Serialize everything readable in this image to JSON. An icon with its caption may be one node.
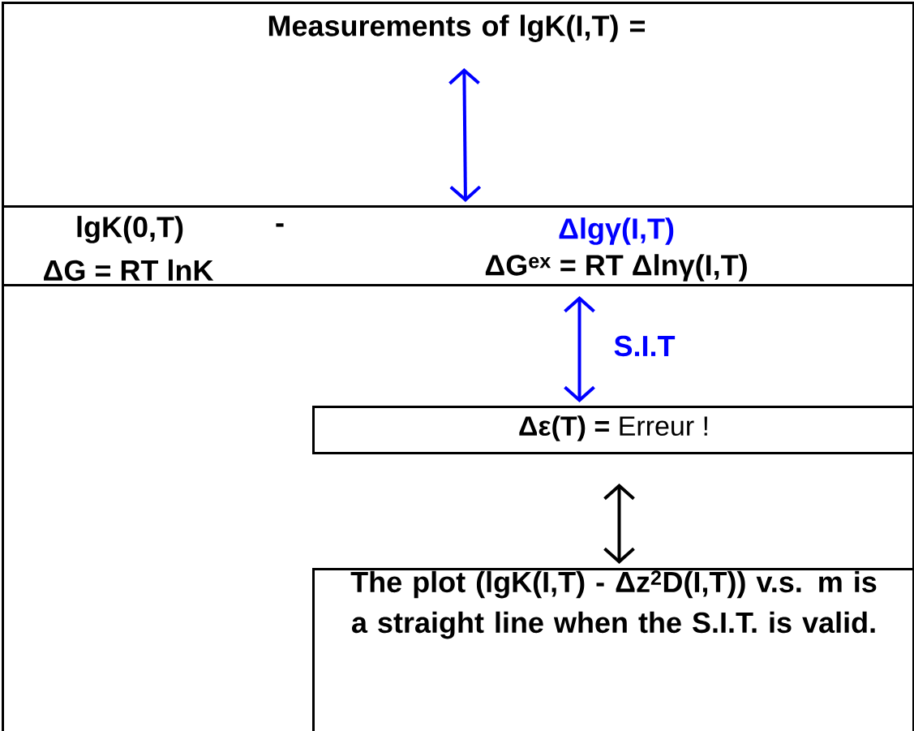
{
  "diagram": {
    "nodes": [
      {
        "text": [
          "Measurements of lgK(I,T) ="
        ]
      },
      {
        "text": [
          "lgK(0,T)",
          "ΔG = RT lnK",
          "-",
          "Δlgγ(I,T)",
          "ΔG$^{ex}$ = RT Δlnγ(I,T)"
        ]
      },
      {
        "text": [],
        "shape": "box"
      },
      {
        "text": [
          "**Δε(T) =** Erreur !"
        ],
        "in": 2
      },
      {
        "text": [
          "The plot (lgK(I,T) - Δz$^{2}$D(I,T)) v.s. m is a straight line when the S.I.T. is valid."
        ],
        "in": 2
      }
    ],
    "edges": [
      {
        "from": 0,
        "to": 1,
        "arrow": "both"
      },
      {
        "from": 1,
        "to": 3,
        "arrow": "both",
        "label": "S.I.T"
      },
      {
        "from": 3,
        "to": 4,
        "arrow": "both",
        "color": "#000000"
      }
    ]
  }
}
